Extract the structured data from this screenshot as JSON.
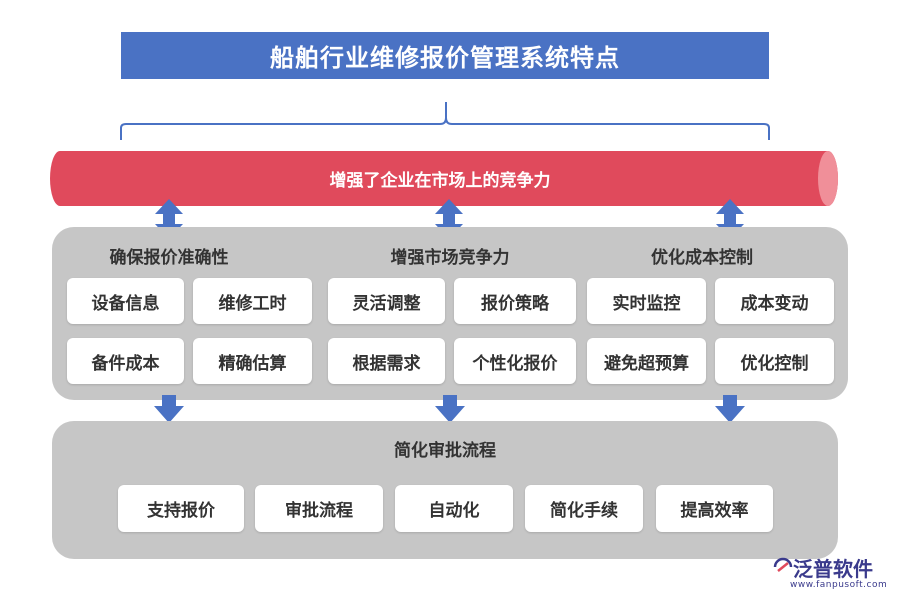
{
  "title": "船舶行业维修报价管理系统特点",
  "banner": "增强了企业在市场上的竞争力",
  "columns": [
    {
      "title": "确保报价准确性",
      "items": [
        "设备信息",
        "维修工时",
        "备件成本",
        "精确估算"
      ]
    },
    {
      "title": "增强市场竞争力",
      "items": [
        "灵活调整",
        "报价策略",
        "根据需求",
        "个性化报价"
      ]
    },
    {
      "title": "优化成本控制",
      "items": [
        "实时监控",
        "成本变动",
        "避免超预算",
        "优化控制"
      ]
    }
  ],
  "bottom": {
    "title": "简化审批流程",
    "items": [
      "支持报价",
      "审批流程",
      "自动化",
      "简化手续",
      "提高效率"
    ]
  },
  "logo": {
    "name": "泛普软件",
    "url": "www.fanpusoft.com"
  },
  "colors": {
    "title_bg": "#4a72c4",
    "banner": "#e04a5c",
    "arrow": "#4a72c4",
    "panel": "#c6c6c6"
  }
}
